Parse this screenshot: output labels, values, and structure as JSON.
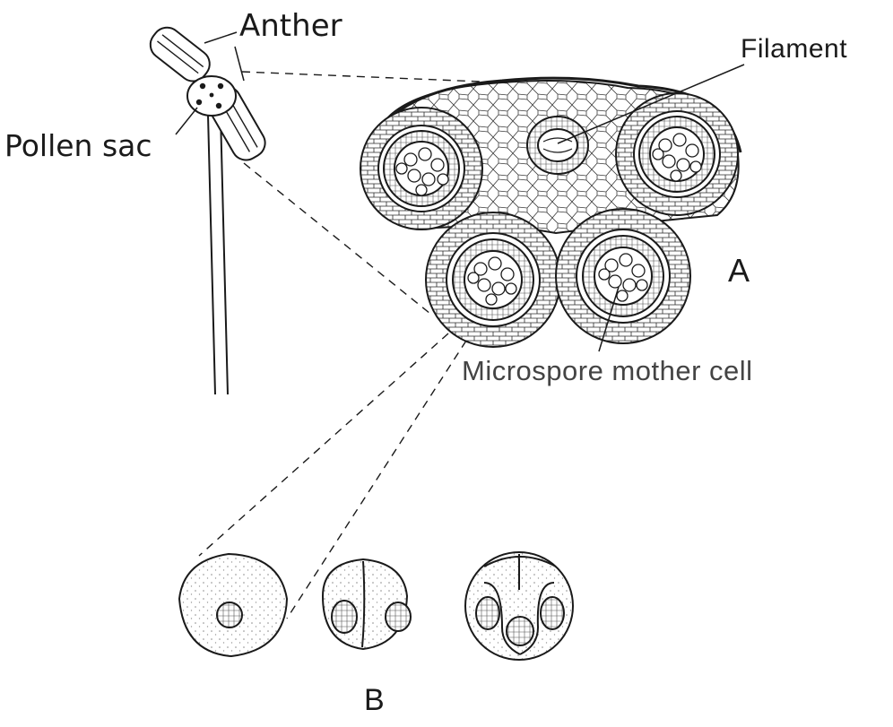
{
  "labels": {
    "anther": "Anther",
    "filament": "Filament",
    "pollen_sac": "Pollen sac",
    "panel_a": "A",
    "microspore_mother_cell": "Microspore mother cell",
    "panel_b": "B"
  },
  "colors": {
    "ink": "#1a1a1a",
    "paper": "#ffffff",
    "stipple": "#8a8a8a"
  }
}
